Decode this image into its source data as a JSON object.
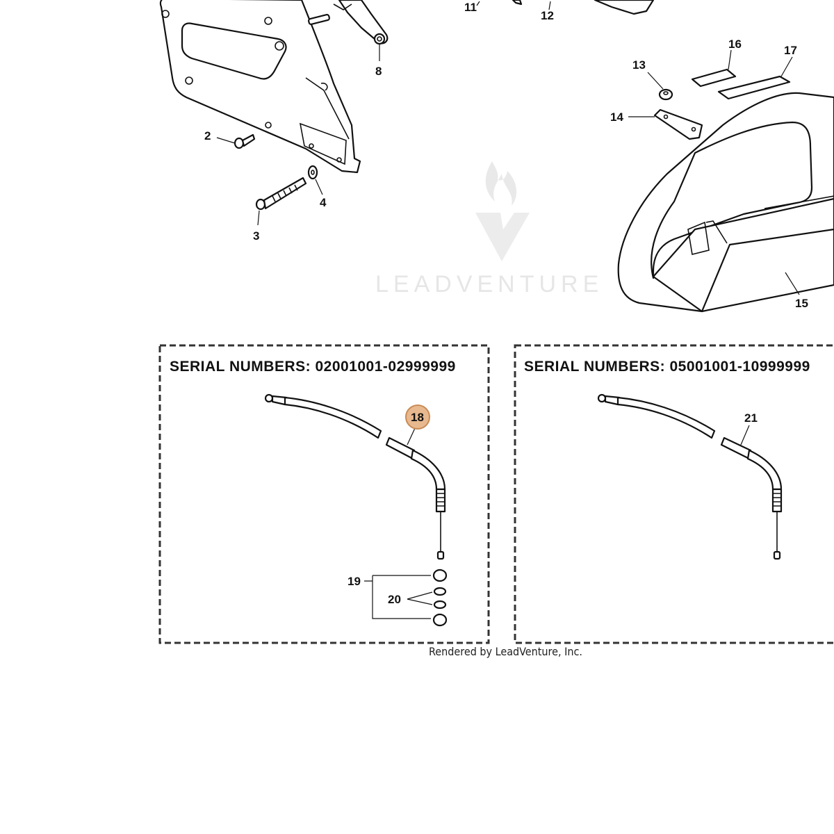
{
  "callouts": {
    "c2": "2",
    "c3": "3",
    "c4": "4",
    "c8": "8",
    "c11": "11",
    "c12": "12",
    "c13": "13",
    "c14": "14",
    "c15": "15",
    "c16": "16",
    "c17": "17",
    "c18": "18",
    "c19": "19",
    "c20": "20",
    "c21": "21"
  },
  "highlight": {
    "part": "18",
    "color": "#e8b98f",
    "border": "#c98a55"
  },
  "watermark": {
    "brand": "LEADVENTURE"
  },
  "insets": [
    {
      "serial": "SERIAL NUMBERS:  02001001-02999999"
    },
    {
      "serial": "SERIAL NUMBERS:  05001001-10999999"
    }
  ],
  "footer": {
    "credit": "Rendered by LeadVenture, Inc."
  }
}
